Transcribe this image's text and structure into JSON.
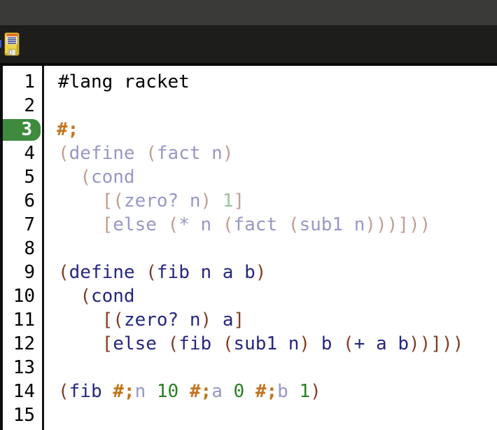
{
  "window": {
    "titlebar_color": "#3a3a38",
    "toolbar_color": "#1d1d1b"
  },
  "toolbar": {
    "save_icon": "floppy-disk-icon"
  },
  "editor": {
    "background": "#ffffff",
    "active_line": 3,
    "active_line_badge_color": "#3e8b3e",
    "colors": {
      "plain": "#000000",
      "paren": "#843c24",
      "symbol": "#262680",
      "number": "#298026",
      "comment": "#c2741f",
      "paren_faded": "#c29e90",
      "symbol_faded": "#9897c6",
      "number_faded": "#9cc49a"
    },
    "lines": [
      {
        "number": 1,
        "tokens": [
          {
            "text": "#lang racket",
            "style": "plain"
          }
        ]
      },
      {
        "number": 2,
        "tokens": []
      },
      {
        "number": 3,
        "tokens": [
          {
            "text": "#;",
            "style": "comment",
            "bold": true
          }
        ]
      },
      {
        "number": 4,
        "tokens": [
          {
            "text": "(",
            "style": "paren_faded"
          },
          {
            "text": "define",
            "style": "symbol_faded"
          },
          {
            "text": " ",
            "style": "plain"
          },
          {
            "text": "(",
            "style": "paren_faded"
          },
          {
            "text": "fact n",
            "style": "symbol_faded"
          },
          {
            "text": ")",
            "style": "paren_faded"
          }
        ]
      },
      {
        "number": 5,
        "tokens": [
          {
            "text": "  ",
            "style": "plain"
          },
          {
            "text": "(",
            "style": "paren_faded"
          },
          {
            "text": "cond",
            "style": "symbol_faded"
          }
        ]
      },
      {
        "number": 6,
        "tokens": [
          {
            "text": "    ",
            "style": "plain"
          },
          {
            "text": "[(",
            "style": "paren_faded"
          },
          {
            "text": "zero? n",
            "style": "symbol_faded"
          },
          {
            "text": ")",
            "style": "paren_faded"
          },
          {
            "text": " ",
            "style": "plain"
          },
          {
            "text": "1",
            "style": "number_faded"
          },
          {
            "text": "]",
            "style": "paren_faded"
          }
        ]
      },
      {
        "number": 7,
        "tokens": [
          {
            "text": "    ",
            "style": "plain"
          },
          {
            "text": "[",
            "style": "paren_faded"
          },
          {
            "text": "else",
            "style": "symbol_faded"
          },
          {
            "text": " ",
            "style": "plain"
          },
          {
            "text": "(",
            "style": "paren_faded"
          },
          {
            "text": "* n ",
            "style": "symbol_faded"
          },
          {
            "text": "(",
            "style": "paren_faded"
          },
          {
            "text": "fact ",
            "style": "symbol_faded"
          },
          {
            "text": "(",
            "style": "paren_faded"
          },
          {
            "text": "sub1 n",
            "style": "symbol_faded"
          },
          {
            "text": ")))]))",
            "style": "paren_faded"
          }
        ]
      },
      {
        "number": 8,
        "tokens": []
      },
      {
        "number": 9,
        "tokens": [
          {
            "text": "(",
            "style": "paren"
          },
          {
            "text": "define",
            "style": "symbol"
          },
          {
            "text": " ",
            "style": "plain"
          },
          {
            "text": "(",
            "style": "paren"
          },
          {
            "text": "fib n a b",
            "style": "symbol"
          },
          {
            "text": ")",
            "style": "paren"
          }
        ]
      },
      {
        "number": 10,
        "tokens": [
          {
            "text": "  ",
            "style": "plain"
          },
          {
            "text": "(",
            "style": "paren"
          },
          {
            "text": "cond",
            "style": "symbol"
          }
        ]
      },
      {
        "number": 11,
        "tokens": [
          {
            "text": "    ",
            "style": "plain"
          },
          {
            "text": "[(",
            "style": "paren"
          },
          {
            "text": "zero? n",
            "style": "symbol"
          },
          {
            "text": ")",
            "style": "paren"
          },
          {
            "text": " ",
            "style": "plain"
          },
          {
            "text": "a",
            "style": "symbol"
          },
          {
            "text": "]",
            "style": "paren"
          }
        ]
      },
      {
        "number": 12,
        "tokens": [
          {
            "text": "    ",
            "style": "plain"
          },
          {
            "text": "[",
            "style": "paren"
          },
          {
            "text": "else",
            "style": "symbol"
          },
          {
            "text": " ",
            "style": "plain"
          },
          {
            "text": "(",
            "style": "paren"
          },
          {
            "text": "fib ",
            "style": "symbol"
          },
          {
            "text": "(",
            "style": "paren"
          },
          {
            "text": "sub1 n",
            "style": "symbol"
          },
          {
            "text": ")",
            "style": "paren"
          },
          {
            "text": " b ",
            "style": "symbol"
          },
          {
            "text": "(",
            "style": "paren"
          },
          {
            "text": "+ a b",
            "style": "symbol"
          },
          {
            "text": "))]))",
            "style": "paren"
          }
        ]
      },
      {
        "number": 13,
        "tokens": []
      },
      {
        "number": 14,
        "tokens": [
          {
            "text": "(",
            "style": "paren"
          },
          {
            "text": "fib",
            "style": "symbol"
          },
          {
            "text": " ",
            "style": "plain"
          },
          {
            "text": "#;",
            "style": "comment",
            "bold": true
          },
          {
            "text": "n",
            "style": "symbol_faded"
          },
          {
            "text": " ",
            "style": "plain"
          },
          {
            "text": "10",
            "style": "number"
          },
          {
            "text": " ",
            "style": "plain"
          },
          {
            "text": "#;",
            "style": "comment",
            "bold": true
          },
          {
            "text": "a",
            "style": "symbol_faded"
          },
          {
            "text": " ",
            "style": "plain"
          },
          {
            "text": "0",
            "style": "number"
          },
          {
            "text": " ",
            "style": "plain"
          },
          {
            "text": "#;",
            "style": "comment",
            "bold": true
          },
          {
            "text": "b",
            "style": "symbol_faded"
          },
          {
            "text": " ",
            "style": "plain"
          },
          {
            "text": "1",
            "style": "number"
          },
          {
            "text": ")",
            "style": "paren"
          }
        ]
      },
      {
        "number": 15,
        "tokens": []
      }
    ]
  }
}
